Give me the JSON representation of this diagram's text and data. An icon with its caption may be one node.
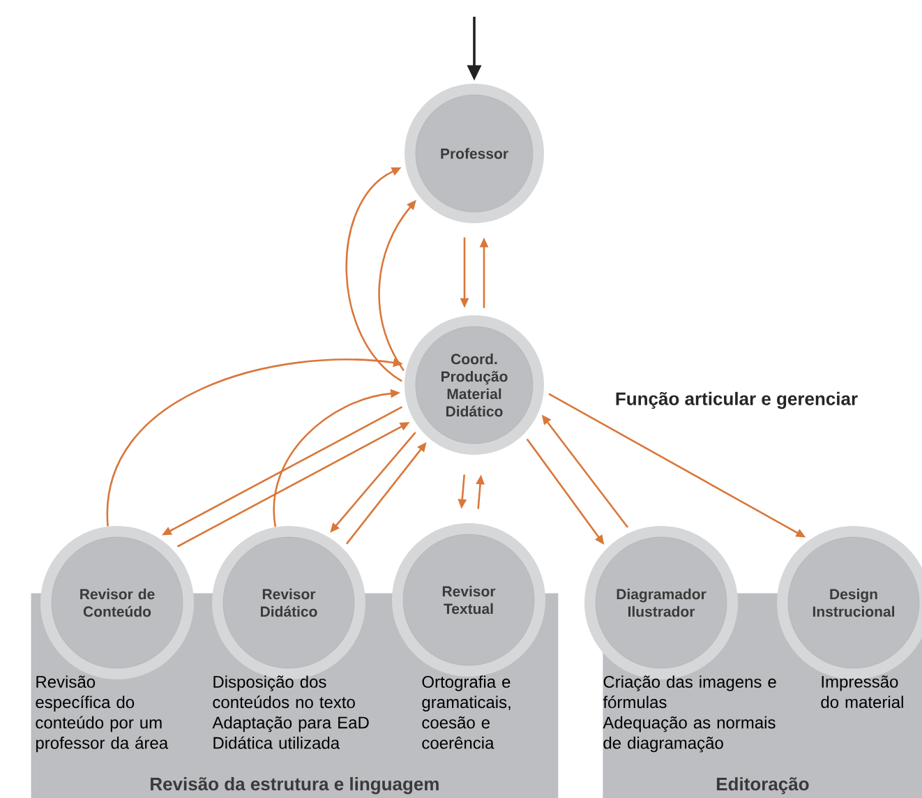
{
  "diagram": {
    "nodes": [
      {
        "text": [
          "Professor"
        ]
      },
      {
        "text": [
          "Coord. Produção Material Didático"
        ]
      },
      {
        "text": [
          "Revisão da estrutura e linguagem"
        ]
      },
      {
        "text": [
          "Revisor de Conteúdo"
        ],
        "beside": [
          "Revisão específica do conteúdo por um professor da área"
        ]
      },
      {
        "text": [
          "Revisor Didático"
        ],
        "beside": [
          "Disposição dos conteúdos no texto",
          "Adaptação para EaD",
          "Didática utilizada"
        ]
      },
      {
        "text": [
          "Revisor Textual"
        ],
        "beside": [
          "Ortografia e gramaticais, coesão e coerência"
        ]
      },
      {
        "text": [
          "Editoração"
        ]
      },
      {
        "text": [
          "Diagramador Ilustrador"
        ],
        "beside": [
          "Criação das imagens e fórmulas",
          "Adequação as normais de diagramação"
        ]
      },
      {
        "text": [
          "Design Instrucional"
        ],
        "beside": [
          "Impressão do material"
        ]
      }
    ],
    "edges": [
      {
        "from": null,
        "to": 0,
        "arrow": "to",
        "color": "#222222"
      },
      {
        "from": 0,
        "to": 1,
        "arrow": "to"
      },
      {
        "from": 1,
        "to": 0,
        "arrow": "to"
      },
      {
        "from": 1,
        "to": 0,
        "arrow": "to"
      },
      {
        "from": 1,
        "to": 0,
        "arrow": "to"
      },
      {
        "from": 3,
        "to": 1,
        "arrow": "to"
      },
      {
        "from": 4,
        "to": 1,
        "arrow": "to"
      },
      {
        "from": 1,
        "to": 3,
        "arrow": "to"
      },
      {
        "from": 3,
        "to": 1,
        "arrow": "to"
      },
      {
        "from": 1,
        "to": 4,
        "arrow": "to"
      },
      {
        "from": 4,
        "to": 1,
        "arrow": "to"
      },
      {
        "from": 1,
        "to": 5,
        "arrow": "to"
      },
      {
        "from": 5,
        "to": 1,
        "arrow": "to"
      },
      {
        "from": 1,
        "to": 7,
        "arrow": "to"
      },
      {
        "from": 7,
        "to": 1,
        "arrow": "to"
      },
      {
        "from": 1,
        "to": 8,
        "arrow": "to"
      }
    ],
    "labels": [
      "Função articular e gerenciar"
    ]
  }
}
